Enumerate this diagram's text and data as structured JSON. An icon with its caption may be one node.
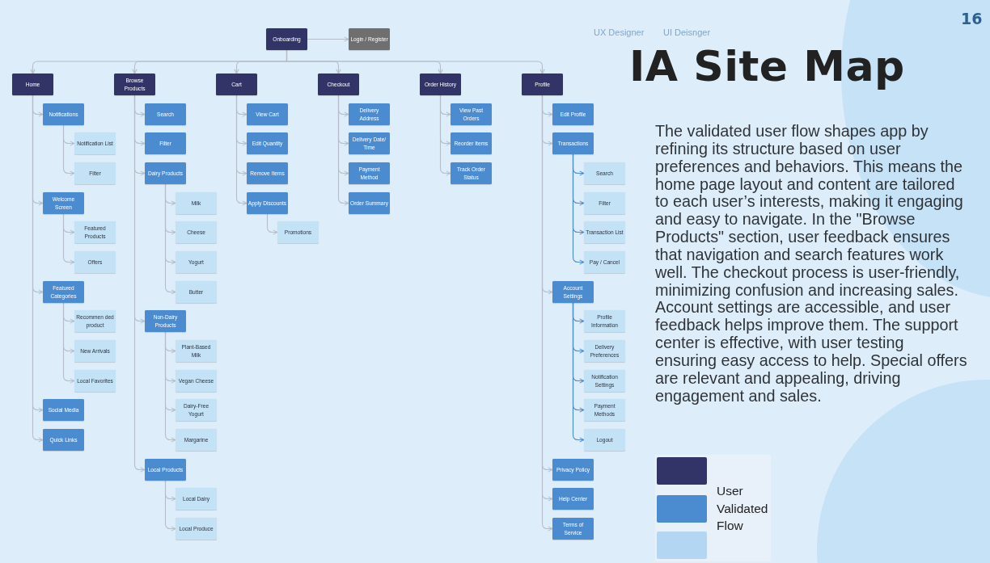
{
  "diagram": {
    "title": "IA Site Map",
    "nodes": [
      {
        "text": [
          "Onboarding"
        ]
      },
      {
        "text": [
          "Login / Register"
        ]
      },
      {
        "text": [
          "Home"
        ]
      },
      {
        "text": [
          "Notifications"
        ]
      },
      {
        "text": [
          "Notification List"
        ]
      },
      {
        "text": [
          "Filter"
        ]
      },
      {
        "text": [
          "Welcome Screen"
        ]
      },
      {
        "text": [
          "Featured Products"
        ]
      },
      {
        "text": [
          "Offers"
        ]
      },
      {
        "text": [
          "Featured Categories"
        ]
      },
      {
        "text": [
          "Recommen ded product"
        ]
      },
      {
        "text": [
          "New Arrivals"
        ]
      },
      {
        "text": [
          "Local Favorites"
        ]
      },
      {
        "text": [
          "Social Media"
        ]
      },
      {
        "text": [
          "Quick Links"
        ]
      },
      {
        "text": [
          "Browse Products"
        ]
      },
      {
        "text": [
          "Search"
        ]
      },
      {
        "text": [
          "Filter"
        ]
      },
      {
        "text": [
          "Dairy Products"
        ]
      },
      {
        "text": [
          "Milk"
        ]
      },
      {
        "text": [
          "Cheese"
        ]
      },
      {
        "text": [
          "Yogurt"
        ]
      },
      {
        "text": [
          "Butter"
        ]
      },
      {
        "text": [
          "Non-Dairy Products"
        ]
      },
      {
        "text": [
          "Plant-Based Milk"
        ]
      },
      {
        "text": [
          "Vegan Cheese"
        ]
      },
      {
        "text": [
          "Dairy-Free Yogurt"
        ]
      },
      {
        "text": [
          "Margarine"
        ]
      },
      {
        "text": [
          "Local Products"
        ]
      },
      {
        "text": [
          "Local Dairy"
        ]
      },
      {
        "text": [
          "Local Produce"
        ]
      },
      {
        "text": [
          "Cart"
        ]
      },
      {
        "text": [
          "View Cart"
        ]
      },
      {
        "text": [
          "Edit Quantity"
        ]
      },
      {
        "text": [
          "Remove Items"
        ]
      },
      {
        "text": [
          "Apply Discounts"
        ]
      },
      {
        "text": [
          "Promotions"
        ]
      },
      {
        "text": [
          "Checkout"
        ]
      },
      {
        "text": [
          "Delivery Address"
        ]
      },
      {
        "text": [
          "Delivery Date/ Time"
        ]
      },
      {
        "text": [
          "Payment Method"
        ]
      },
      {
        "text": [
          "Order Summary"
        ]
      },
      {
        "text": [
          "Order History"
        ]
      },
      {
        "text": [
          "View Past Orders"
        ]
      },
      {
        "text": [
          "Reorder Items"
        ]
      },
      {
        "text": [
          "Track Order Status"
        ]
      },
      {
        "text": [
          "Profile"
        ]
      },
      {
        "text": [
          "Edit Profile"
        ]
      },
      {
        "text": [
          "Transactions"
        ]
      },
      {
        "text": [
          "Search"
        ]
      },
      {
        "text": [
          "Filter"
        ]
      },
      {
        "text": [
          "Transaction List"
        ]
      },
      {
        "text": [
          "Pay / Cancel"
        ]
      },
      {
        "text": [
          "Account Settings"
        ]
      },
      {
        "text": [
          "Profile Information"
        ]
      },
      {
        "text": [
          "Delivery Preferences"
        ]
      },
      {
        "text": [
          "Notification Settings"
        ]
      },
      {
        "text": [
          "Payment Methods"
        ]
      },
      {
        "text": [
          "Logout"
        ]
      },
      {
        "text": [
          "Privacy Policy"
        ]
      },
      {
        "text": [
          "Help Center"
        ]
      },
      {
        "text": [
          "Terms of Service"
        ]
      }
    ],
    "edges": [
      {
        "from": 0,
        "to": 1,
        "arrow": "to"
      },
      {
        "from": 0,
        "to": 2,
        "arrow": "to"
      },
      {
        "from": 0,
        "to": 15,
        "arrow": "to"
      },
      {
        "from": 0,
        "to": 31,
        "arrow": "to"
      },
      {
        "from": 0,
        "to": 37,
        "arrow": "to"
      },
      {
        "from": 0,
        "to": 42,
        "arrow": "to"
      },
      {
        "from": 0,
        "to": 46,
        "arrow": "to"
      },
      {
        "from": 2,
        "to": 3,
        "arrow": "to"
      },
      {
        "from": 3,
        "to": 4,
        "arrow": "to"
      },
      {
        "from": 3,
        "to": 5,
        "arrow": "to"
      },
      {
        "from": 2,
        "to": 6,
        "arrow": "to"
      },
      {
        "from": 6,
        "to": 7,
        "arrow": "to"
      },
      {
        "from": 6,
        "to": 8,
        "arrow": "to"
      },
      {
        "from": 2,
        "to": 9,
        "arrow": "to"
      },
      {
        "from": 9,
        "to": 10,
        "arrow": "to"
      },
      {
        "from": 9,
        "to": 11,
        "arrow": "to"
      },
      {
        "from": 9,
        "to": 12,
        "arrow": "to"
      },
      {
        "from": 2,
        "to": 13,
        "arrow": "to"
      },
      {
        "from": 2,
        "to": 14,
        "arrow": "to"
      },
      {
        "from": 15,
        "to": 16,
        "arrow": "to"
      },
      {
        "from": 15,
        "to": 17,
        "arrow": "to"
      },
      {
        "from": 15,
        "to": 18,
        "arrow": "to"
      },
      {
        "from": 18,
        "to": 19,
        "arrow": "to"
      },
      {
        "from": 18,
        "to": 20,
        "arrow": "to"
      },
      {
        "from": 18,
        "to": 21,
        "arrow": "to"
      },
      {
        "from": 18,
        "to": 22,
        "arrow": "to"
      },
      {
        "from": 15,
        "to": 23,
        "arrow": "to"
      },
      {
        "from": 23,
        "to": 24,
        "arrow": "to"
      },
      {
        "from": 23,
        "to": 25,
        "arrow": "to"
      },
      {
        "from": 23,
        "to": 26,
        "arrow": "to"
      },
      {
        "from": 23,
        "to": 27,
        "arrow": "to"
      },
      {
        "from": 15,
        "to": 28,
        "arrow": "to"
      },
      {
        "from": 28,
        "to": 29,
        "arrow": "to"
      },
      {
        "from": 28,
        "to": 30,
        "arrow": "to"
      },
      {
        "from": 31,
        "to": 32,
        "arrow": "to"
      },
      {
        "from": 31,
        "to": 33,
        "arrow": "to"
      },
      {
        "from": 31,
        "to": 34,
        "arrow": "to"
      },
      {
        "from": 31,
        "to": 35,
        "arrow": "to"
      },
      {
        "from": 35,
        "to": 36,
        "arrow": "to"
      },
      {
        "from": 37,
        "to": 38,
        "arrow": "to"
      },
      {
        "from": 37,
        "to": 39,
        "arrow": "to"
      },
      {
        "from": 37,
        "to": 40,
        "arrow": "to"
      },
      {
        "from": 37,
        "to": 41,
        "arrow": "to"
      },
      {
        "from": 42,
        "to": 43,
        "arrow": "to"
      },
      {
        "from": 42,
        "to": 44,
        "arrow": "to"
      },
      {
        "from": 42,
        "to": 45,
        "arrow": "to"
      },
      {
        "from": 46,
        "to": 47,
        "arrow": "to"
      },
      {
        "from": 46,
        "to": 48,
        "arrow": "to"
      },
      {
        "from": 48,
        "to": 49,
        "arrow": "to",
        "color": "#4a8ad0"
      },
      {
        "from": 48,
        "to": 50,
        "arrow": "to",
        "color": "#4a8ad0"
      },
      {
        "from": 48,
        "to": 51,
        "arrow": "to",
        "color": "#4a8ad0"
      },
      {
        "from": 48,
        "to": 52,
        "arrow": "to",
        "color": "#4a8ad0"
      },
      {
        "from": 46,
        "to": 53,
        "arrow": "to"
      },
      {
        "from": 53,
        "to": 54,
        "arrow": "to",
        "color": "#4a8ad0"
      },
      {
        "from": 53,
        "to": 55,
        "arrow": "to",
        "color": "#4a8ad0"
      },
      {
        "from": 53,
        "to": 56,
        "arrow": "to",
        "color": "#4a8ad0"
      },
      {
        "from": 53,
        "to": 57,
        "arrow": "to",
        "color": "#4a8ad0"
      },
      {
        "from": 53,
        "to": 58,
        "arrow": "to",
        "color": "#4a8ad0"
      },
      {
        "from": 46,
        "to": 59,
        "arrow": "to"
      },
      {
        "from": 46,
        "to": 60,
        "arrow": "to"
      },
      {
        "from": 46,
        "to": 61,
        "arrow": "to"
      }
    ],
    "labels": [
      "16",
      "UX Designer",
      "UI Deisnger",
      "The validated user flow shapes app by refining its structure based on user preferences and behaviors. This means the home page layout and content are tailored to each user’s interests, making it engaging and easy to navigate. In the \"Browse Products\" section, user feedback ensures that navigation and search features work well. The checkout process is user-friendly, minimizing confusion and increasing sales. Account settings are accessible, and user feedback helps improve them. The support center is effective, with user testing ensuring easy access to help. Special offers are relevant and appealing, driving engagement and sales."
    ],
    "legend": [
      {
        "text": "User Validated Flow",
        "color": "#4b8bd0"
      }
    ]
  }
}
